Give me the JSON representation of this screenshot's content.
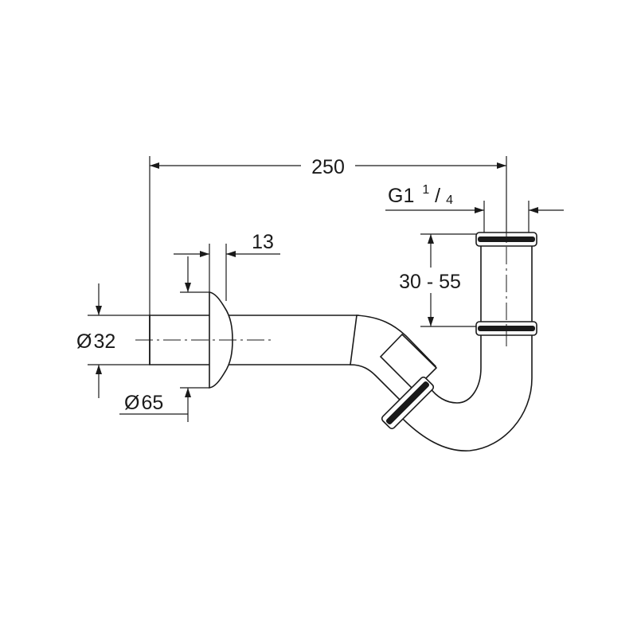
{
  "dimensions": {
    "overall_length": "250",
    "thread_prefix": "G1",
    "thread_fraction_numerator": "1",
    "thread_fraction_separator": "/",
    "thread_fraction_denominator": "4",
    "height_adjust": "30 - 55",
    "flange_thickness": "13",
    "pipe_diameter_symbol": "Ø",
    "pipe_diameter_value": "32",
    "flange_diameter_symbol": "Ø",
    "flange_diameter_value": "65"
  },
  "colors": {
    "line": "#1a1a1a",
    "background": "#ffffff"
  }
}
